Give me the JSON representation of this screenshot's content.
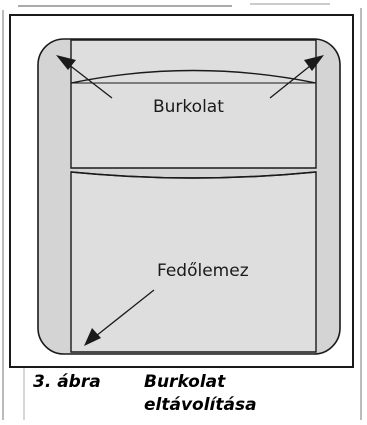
{
  "figure": {
    "callouts": {
      "cover": "Burkolat",
      "cover_plate": "Fedőlemez"
    },
    "caption": {
      "number": "3. ábra",
      "title_line1": "Burkolat",
      "title_line2": "eltávolítása"
    },
    "colors": {
      "device_fill": "#d4d4d4",
      "panel_fill": "#dedede",
      "stroke": "#1a1a1a",
      "frame": "#1a1a1a"
    }
  }
}
